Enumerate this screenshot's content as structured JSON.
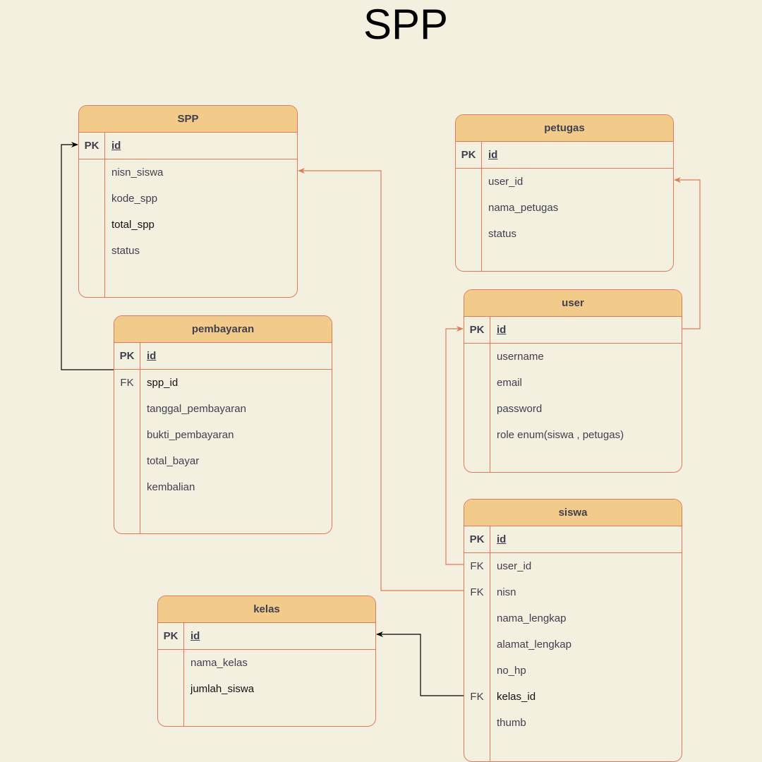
{
  "title": "SPP",
  "colors": {
    "background": "#F4F0DF",
    "header": "#F2CB8A",
    "border": "#E07B5A",
    "connector_black": "#000000"
  },
  "entities": {
    "spp": {
      "name": "SPP",
      "rows": [
        {
          "key": "PK",
          "field": "id"
        },
        {
          "key": "",
          "field": "nisn_siswa"
        },
        {
          "key": "",
          "field": "kode_spp"
        },
        {
          "key": "",
          "field": "total_spp"
        },
        {
          "key": "",
          "field": "status"
        }
      ]
    },
    "petugas": {
      "name": "petugas",
      "rows": [
        {
          "key": "PK",
          "field": "id"
        },
        {
          "key": "",
          "field": "user_id"
        },
        {
          "key": "",
          "field": "nama_petugas"
        },
        {
          "key": "",
          "field": "status"
        }
      ]
    },
    "pembayaran": {
      "name": "pembayaran",
      "rows": [
        {
          "key": "PK",
          "field": "id"
        },
        {
          "key": "FK",
          "field": "spp_id"
        },
        {
          "key": "",
          "field": "tanggal_pembayaran"
        },
        {
          "key": "",
          "field": "bukti_pembayaran"
        },
        {
          "key": "",
          "field": "total_bayar"
        },
        {
          "key": "",
          "field": "kembalian"
        }
      ]
    },
    "user": {
      "name": "user",
      "rows": [
        {
          "key": "PK",
          "field": "id"
        },
        {
          "key": "",
          "field": "username"
        },
        {
          "key": "",
          "field": "email"
        },
        {
          "key": "",
          "field": "password"
        },
        {
          "key": "",
          "field": "role enum(siswa , petugas)"
        }
      ]
    },
    "siswa": {
      "name": "siswa",
      "rows": [
        {
          "key": "PK",
          "field": "id"
        },
        {
          "key": "FK",
          "field": "user_id"
        },
        {
          "key": "FK",
          "field": "nisn"
        },
        {
          "key": "",
          "field": "nama_lengkap"
        },
        {
          "key": "",
          "field": "alamat_lengkap"
        },
        {
          "key": "",
          "field": "no_hp"
        },
        {
          "key": "FK",
          "field": "kelas_id"
        },
        {
          "key": "",
          "field": "thumb"
        }
      ]
    },
    "kelas": {
      "name": "kelas",
      "rows": [
        {
          "key": "PK",
          "field": "id"
        },
        {
          "key": "",
          "field": "nama_kelas"
        },
        {
          "key": "",
          "field": "jumlah_siswa"
        }
      ]
    }
  },
  "relationships": [
    {
      "from": "pembayaran.spp_id",
      "to": "SPP.id"
    },
    {
      "from": "siswa.nisn",
      "to": "SPP.nisn_siswa"
    },
    {
      "from": "user.id",
      "to": "petugas.user_id"
    },
    {
      "from": "siswa.user_id",
      "to": "user.id"
    },
    {
      "from": "siswa.kelas_id",
      "to": "kelas.id"
    }
  ]
}
